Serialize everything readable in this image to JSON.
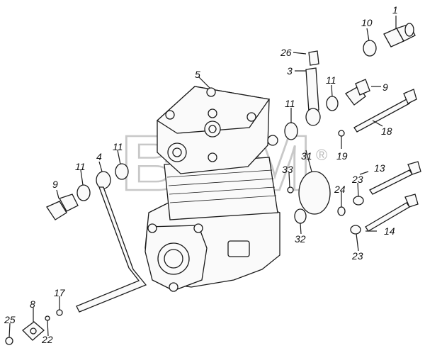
{
  "watermark": {
    "text": "BTM",
    "mark": "®"
  },
  "labels": [
    {
      "id": "1",
      "text": "1"
    },
    {
      "id": "10",
      "text": "10"
    },
    {
      "id": "26",
      "text": "26"
    },
    {
      "id": "3",
      "text": "3"
    },
    {
      "id": "5",
      "text": "5"
    },
    {
      "id": "11a",
      "text": "11"
    },
    {
      "id": "9a",
      "text": "9"
    },
    {
      "id": "11b",
      "text": "11"
    },
    {
      "id": "18",
      "text": "18"
    },
    {
      "id": "4",
      "text": "4"
    },
    {
      "id": "11c",
      "text": "11"
    },
    {
      "id": "11d",
      "text": "11"
    },
    {
      "id": "31",
      "text": "31"
    },
    {
      "id": "19",
      "text": "19"
    },
    {
      "id": "33",
      "text": "33"
    },
    {
      "id": "13",
      "text": "13"
    },
    {
      "id": "9b",
      "text": "9"
    },
    {
      "id": "23a",
      "text": "23"
    },
    {
      "id": "24",
      "text": "24"
    },
    {
      "id": "32",
      "text": "32"
    },
    {
      "id": "14",
      "text": "14"
    },
    {
      "id": "23b",
      "text": "23"
    },
    {
      "id": "17",
      "text": "17"
    },
    {
      "id": "8",
      "text": "8"
    },
    {
      "id": "25",
      "text": "25"
    },
    {
      "id": "22",
      "text": "22"
    }
  ]
}
